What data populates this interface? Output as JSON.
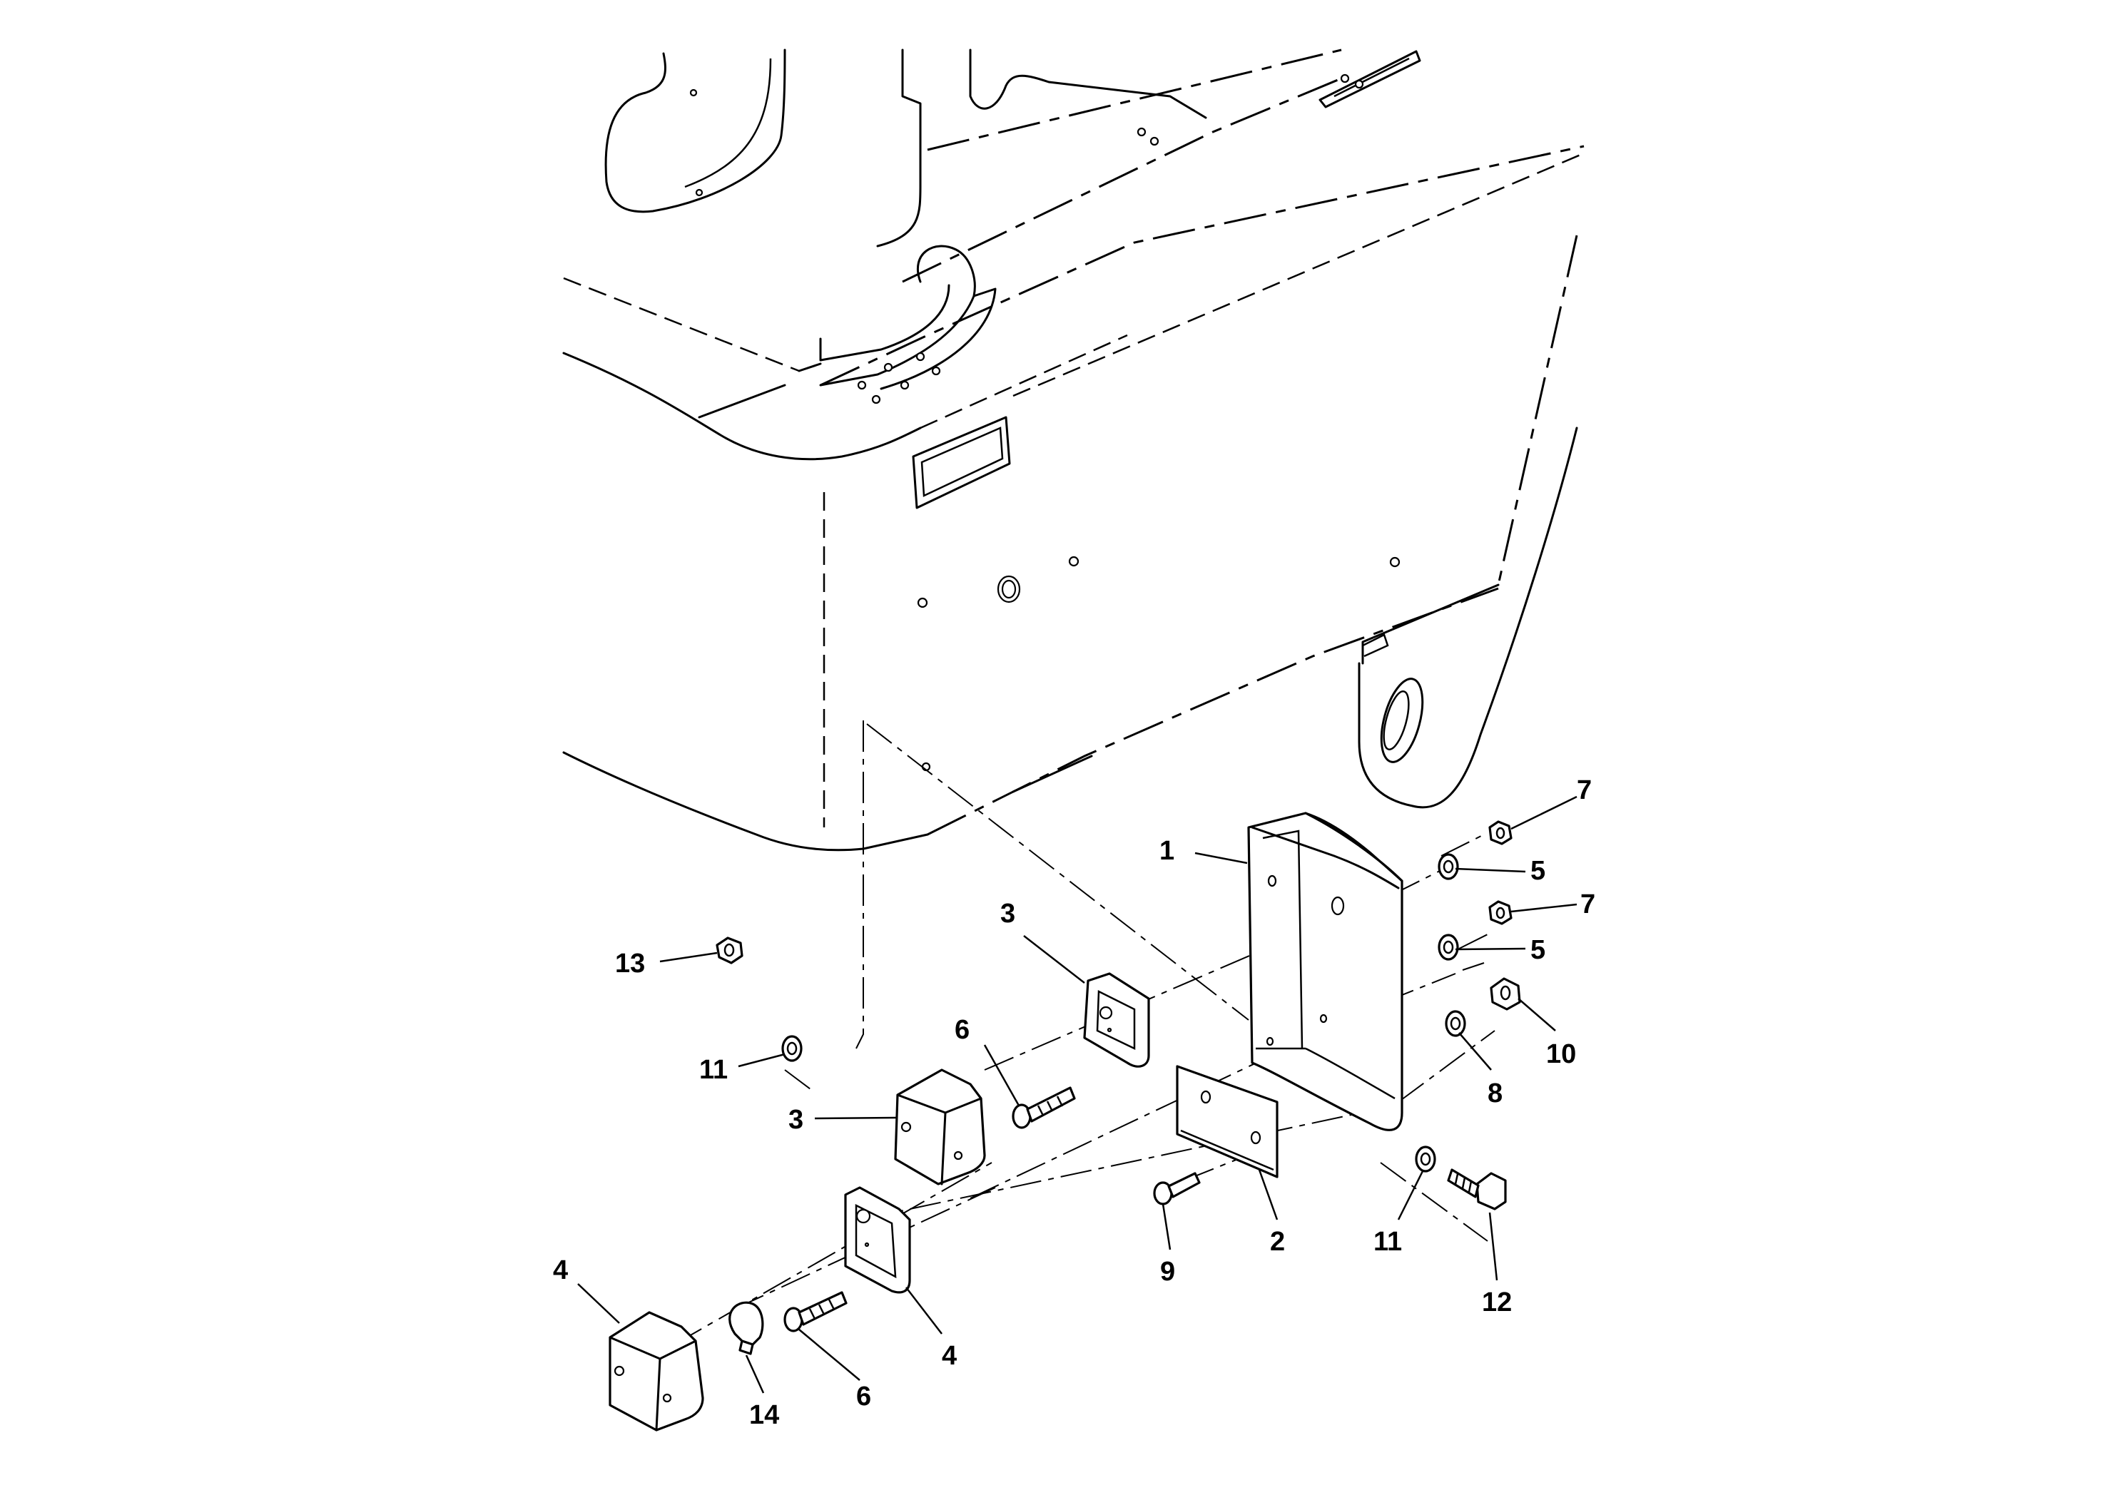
{
  "callouts": [
    {
      "id": "c1",
      "label": "1"
    },
    {
      "id": "c2",
      "label": "2"
    },
    {
      "id": "c3a",
      "label": "3"
    },
    {
      "id": "c3b",
      "label": "3"
    },
    {
      "id": "c4a",
      "label": "4"
    },
    {
      "id": "c4b",
      "label": "4"
    },
    {
      "id": "c5a",
      "label": "5"
    },
    {
      "id": "c5b",
      "label": "5"
    },
    {
      "id": "c6a",
      "label": "6"
    },
    {
      "id": "c6b",
      "label": "6"
    },
    {
      "id": "c7a",
      "label": "7"
    },
    {
      "id": "c7b",
      "label": "7"
    },
    {
      "id": "c8",
      "label": "8"
    },
    {
      "id": "c9",
      "label": "9"
    },
    {
      "id": "c10",
      "label": "10"
    },
    {
      "id": "c11a",
      "label": "11"
    },
    {
      "id": "c11b",
      "label": "11"
    },
    {
      "id": "c12",
      "label": "12"
    },
    {
      "id": "c13",
      "label": "13"
    },
    {
      "id": "c14",
      "label": "14"
    }
  ]
}
